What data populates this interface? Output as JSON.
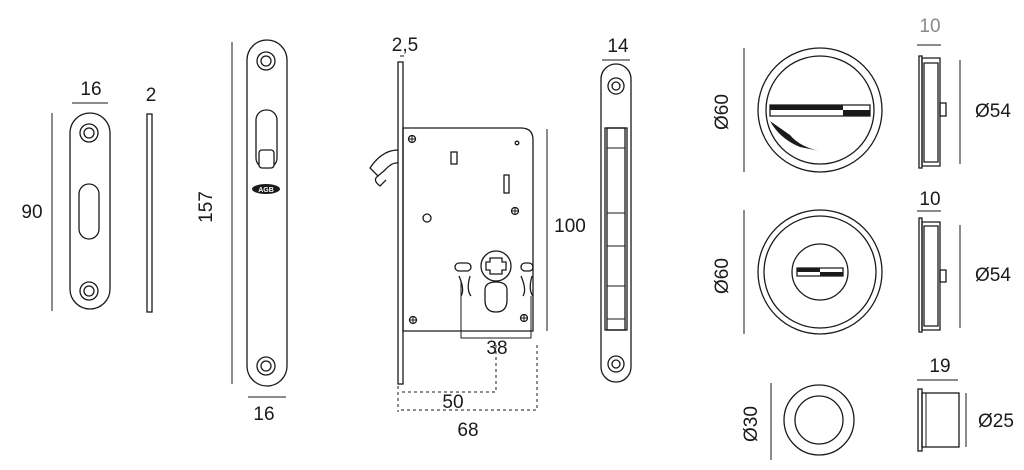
{
  "drawing": {
    "strike_plate": {
      "width_label": "16",
      "height_label": "90",
      "thickness_label": "2"
    },
    "faceplate": {
      "height_label": "157",
      "width_label": "16"
    },
    "lock_body": {
      "faceplate_thickness_label": "2,5",
      "height_label": "100",
      "spacing_label": "38",
      "backset_label": "50",
      "depth_label": "68"
    },
    "side_view": {
      "width_label": "14"
    },
    "handle_1": {
      "diameter_label": "Ø60",
      "inner_diameter_label": "Ø54",
      "depth_label": "10"
    },
    "handle_2": {
      "diameter_label": "Ø60",
      "inner_diameter_label": "Ø54",
      "depth_label": "10"
    },
    "pull": {
      "diameter_label": "Ø30",
      "inner_diameter_label": "Ø25",
      "depth_label": "19"
    }
  }
}
